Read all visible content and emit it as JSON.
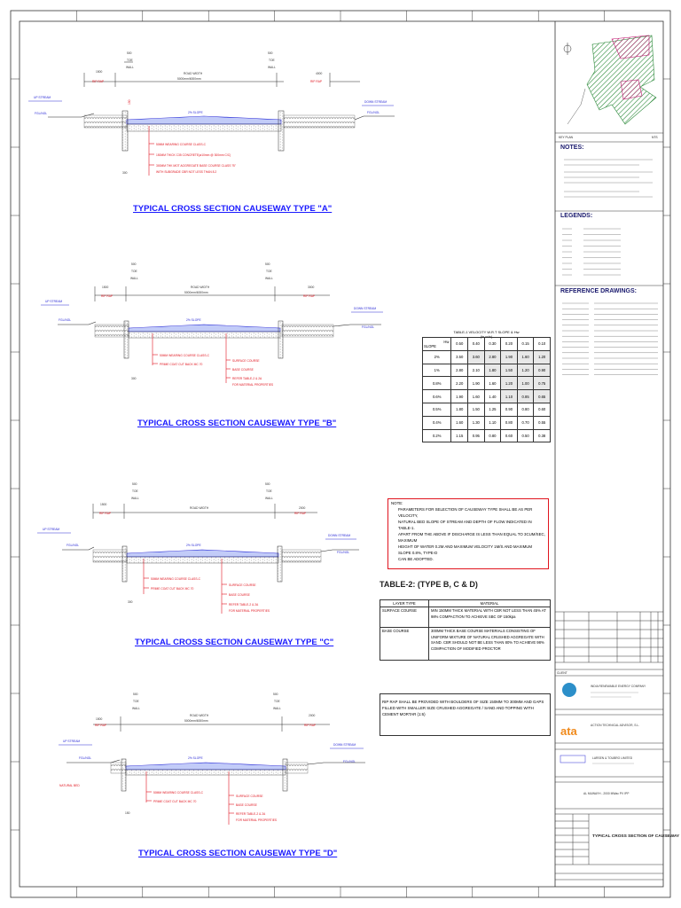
{
  "titles": {
    "a": "TYPICAL CROSS SECTION CAUSEWAY TYPE \"A\"",
    "b": "TYPICAL CROSS SECTION CAUSEWAY TYPE \"B\"",
    "c": "TYPICAL CROSS SECTION CAUSEWAY TYPE \"C\"",
    "d": "TYPICAL CROSS SECTION CAUSEWAY TYPE \"D\""
  },
  "labels": {
    "toe_wall_500": "500",
    "toe": "TOE",
    "wall": "WALL",
    "road_width": "ROAD WIDTH",
    "road_width_dim": "5000mm/6000mm",
    "rip_rap": "RIP RAP",
    "up_stream": "UP STREAM",
    "down_stream": "DOWN STREAM",
    "fgl_ngl": "FGL/NGL",
    "slope": "2% SLOPE",
    "natural_bed": "NATURAL BED",
    "dim_1500": "1500",
    "dim_4000": "4000",
    "dim_3000": "3000",
    "dim_2000": "2000",
    "dim_300": "300",
    "dim_150": "150"
  },
  "section_a_notes": [
    "50MM WEARING COURSE CLASS-C",
    "150MM THICK C35 CONCRETE(ø10mm @ 300mm C/C)",
    "300MM THK MOT AGGREGATE BASE COURSE CLASS \"B\"",
    "WITH SUBGRADE CBR NOT LESS THAN 8.2"
  ],
  "section_b_notes_left": [
    "50MM WEARING COURSE CLASS-C",
    "PRIME COAT CUT BACK MC 70"
  ],
  "section_b_notes_right": [
    "SURFACE COURSE",
    "BASE COURSE",
    "REFER TABLE-2 & 2A",
    "FOR MATERIAL PROPERTIES"
  ],
  "table1": {
    "caption": "TABLE-1 VELOCITY W.R.T SLOPE & Hw",
    "unit": "(in m/s)",
    "hw_label": "Hw",
    "slope_label": "SLOPE",
    "hw_values": [
      "0.50",
      "0.40",
      "0.30",
      "0.20",
      "0.15",
      "0.10"
    ],
    "rows": [
      {
        "slope": "2%",
        "values": [
          "3.50",
          "3.60",
          "2.80",
          "1.90",
          "1.60",
          "1.20"
        ]
      },
      {
        "slope": "1%",
        "values": [
          "2.80",
          "2.10",
          "1.80",
          "1.50",
          "1.20",
          "0.90"
        ]
      },
      {
        "slope": "0.8%",
        "values": [
          "2.20",
          "1.90",
          "1.60",
          "1.20",
          "1.00",
          "0.75"
        ]
      },
      {
        "slope": "0.6%",
        "values": [
          "1.90",
          "1.60",
          "1.40",
          "1.10",
          "0.85",
          "0.65"
        ]
      },
      {
        "slope": "0.5%",
        "values": [
          "1.80",
          "1.50",
          "1.25",
          "0.90",
          "0.80",
          "0.60"
        ]
      },
      {
        "slope": "0.4%",
        "values": [
          "1.60",
          "1.30",
          "1.10",
          "0.80",
          "0.70",
          "0.55"
        ]
      },
      {
        "slope": "0.2%",
        "values": [
          "1.15",
          "0.95",
          "0.80",
          "0.60",
          "0.50",
          "0.38"
        ]
      }
    ]
  },
  "note_box": {
    "heading": "NOTE:",
    "lines": [
      "PARAMETERS FOR SELECTION OF CAUSEWAY TYPE SHALL BE AS PER VELOCITY,",
      "NATURAL BED SLOPE   OF STREAM AND DEPTH OF FLOW INDICATED IN TABLE-1.",
      "APART FROM THE ABOVE IF DISCHARGE IS LESS THAN EQUAL TO 3CUM/SEC, MAXIMUM",
      "HEIGHT OF WATER 0.2M AND MAXIMUM VELOCITY 1M/S AND MAXIMUM SLOPE 0.8%, TYPE-D",
      "CAN BE ADOPTED."
    ]
  },
  "table2": {
    "title": "TABLE-2: (TYPE B, C & D)",
    "headers": [
      "LAYER TYPE",
      "MATERIAL"
    ],
    "rows": [
      {
        "layer": "SURFACE COURSE",
        "material": "MIN 150MM THICK MATERIAL WITH CBR NOT LESS THAN 45% AT 98% COMPACTION TO ACHIEVE SBC OF 150kpa"
      },
      {
        "layer": "BASE COURSE",
        "material": "300MM THICK BASE COURSE MATERIALS CONSISTING OF UNIFORM MIXTURE OF NATURAL CRUSHED AGGREGATE WITH SAND. CBR SHOULD NOT BE LESS THAN 80% TO ACHIEVE 98% COMPACTION OF MODIFIED PROCTOR"
      }
    ]
  },
  "rip_rap_note": "RIP RAP SHALL BE PROVIDED WITH BOULDERS OF SIZE 150MM TO 300MM AND GAPS FILLED WITH SMALLER SIZE CRUSHED AGGREGATE / SAND AND TOPPING WITH CEMENT MORTAR (1:6)",
  "right_panel": {
    "key_plan_label": "KEY PLAN",
    "nts": "NTS",
    "notes_heading": "NOTES:",
    "legends_heading": "LEGENDS:",
    "reference_heading": "REFERENCE DRAWINGS:",
    "client_heading": "CLIENT",
    "client_name": "INDIA RENEWABLE ENERGY COMPANY",
    "consultant_name": "ACTION TECHNICAL ADVISOR, S.L.",
    "contractor_name": "LARSEN & TOUBRO LIMITED",
    "project_name": "AL MUWAYH - 2000 MWac PV IPP",
    "drawing_title": "TYPICAL CROSS SECTION OF CAUSEWAY",
    "ata_logo": "ata"
  },
  "colors": {
    "red": "#e0141e",
    "blue": "#2a2ad6",
    "green": "#2c8a3a",
    "magenta": "#c01870"
  }
}
